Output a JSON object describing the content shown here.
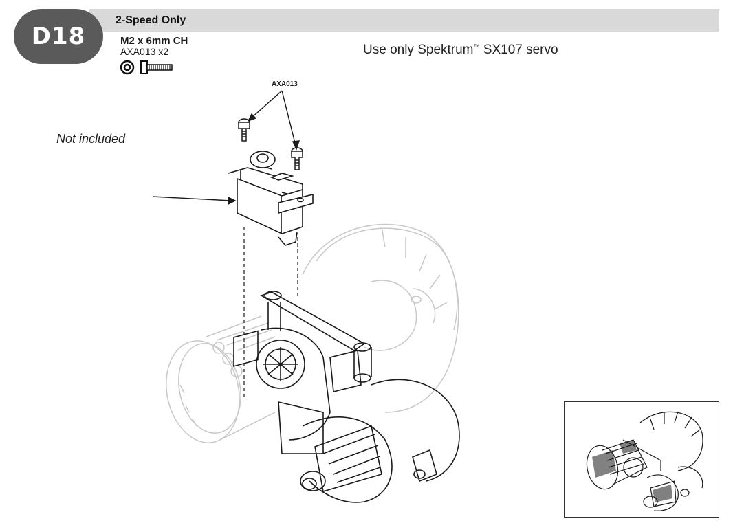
{
  "step": {
    "badge": "D18",
    "title": "2-Speed Only"
  },
  "parts": {
    "name": "M2 x 6mm CH",
    "code_qty": "AXA013 x2"
  },
  "instruction": {
    "prefix": "Use only Spektrum",
    "trademark": "™",
    "suffix": " SX107 servo"
  },
  "labels": {
    "not_included": "Not included",
    "screw_callout": "AXA013"
  },
  "colors": {
    "badge": "#5a5a5a",
    "header_bar": "#d9d9d9",
    "line": "#1a1a1a",
    "faded": "#c8c8c8"
  }
}
